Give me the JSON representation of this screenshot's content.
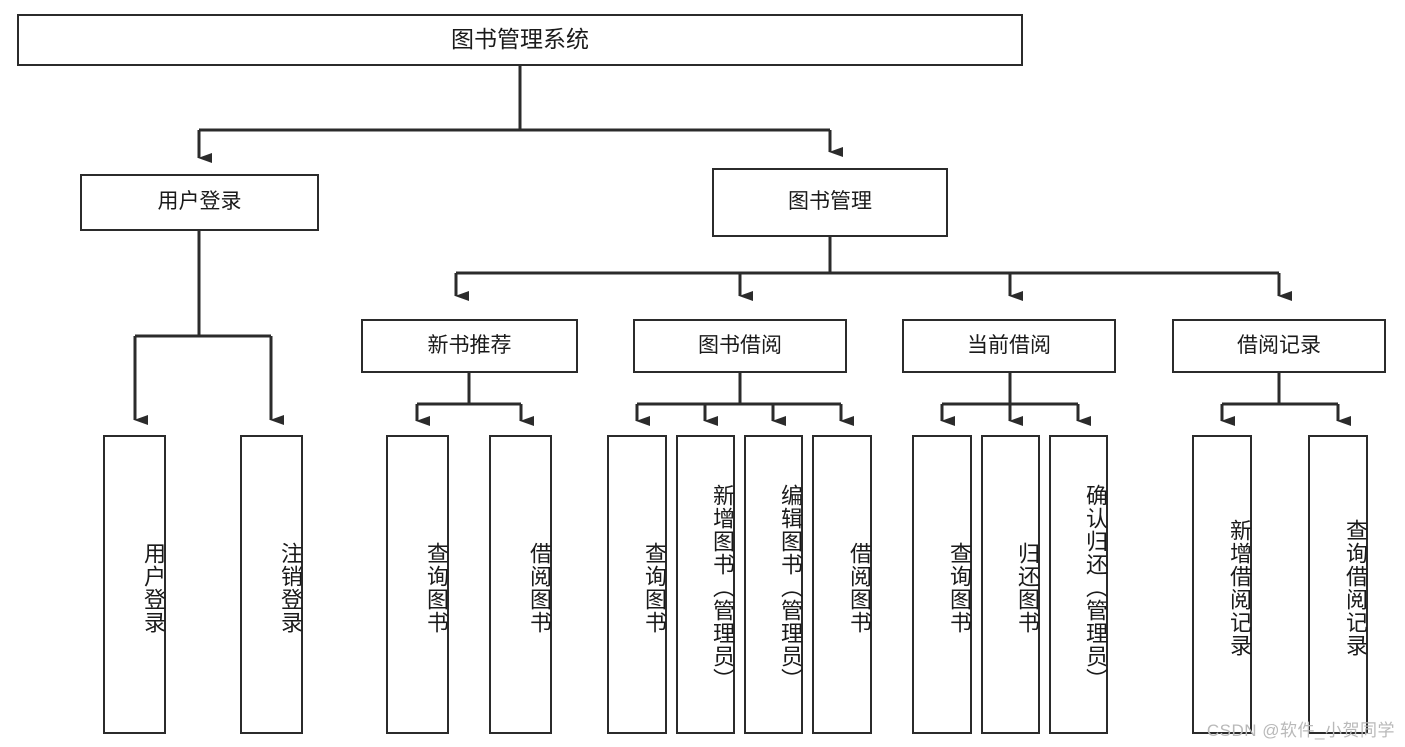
{
  "diagram": {
    "title": "图书管理系统",
    "type": "tree-hierarchy-diagram",
    "root": {
      "id": "root",
      "label": "图书管理系统"
    },
    "level2": [
      {
        "id": "user-login",
        "label": "用户登录"
      },
      {
        "id": "book-manage",
        "label": "图书管理"
      }
    ],
    "level3": [
      {
        "id": "new-book-recommend",
        "label": "新书推荐",
        "parent": "book-manage"
      },
      {
        "id": "book-borrow",
        "label": "图书借阅",
        "parent": "book-manage"
      },
      {
        "id": "current-borrow",
        "label": "当前借阅",
        "parent": "book-manage"
      },
      {
        "id": "borrow-record",
        "label": "借阅记录",
        "parent": "book-manage"
      }
    ],
    "leaves": [
      {
        "id": "leaf-user-login",
        "label": "用户登录",
        "parent": "user-login"
      },
      {
        "id": "leaf-user-logout",
        "label": "注销登录",
        "parent": "user-login"
      },
      {
        "id": "leaf-query-book-1",
        "label": "查询图书",
        "parent": "new-book-recommend"
      },
      {
        "id": "leaf-borrow-book-1",
        "label": "借阅图书",
        "parent": "new-book-recommend"
      },
      {
        "id": "leaf-query-book-2",
        "label": "查询图书",
        "parent": "book-borrow"
      },
      {
        "id": "leaf-add-book",
        "label": "新增图书（管理员）",
        "parent": "book-borrow"
      },
      {
        "id": "leaf-edit-book",
        "label": "编辑图书（管理员）",
        "parent": "book-borrow"
      },
      {
        "id": "leaf-borrow-book-2",
        "label": "借阅图书",
        "parent": "book-borrow"
      },
      {
        "id": "leaf-query-book-3",
        "label": "查询图书",
        "parent": "current-borrow"
      },
      {
        "id": "leaf-return-book",
        "label": "归还图书",
        "parent": "current-borrow"
      },
      {
        "id": "leaf-confirm-return",
        "label": "确认归还（管理员）",
        "parent": "current-borrow"
      },
      {
        "id": "leaf-add-record",
        "label": "新增借阅记录",
        "parent": "borrow-record"
      },
      {
        "id": "leaf-query-record",
        "label": "查询借阅记录",
        "parent": "borrow-record"
      }
    ],
    "colors": {
      "stroke": "#2b2b2b",
      "fill": "#ffffff",
      "text": "#1a1a1a",
      "watermark": "#b9b9b9"
    }
  },
  "watermark": {
    "text": "CSDN @软件_小贺同学"
  }
}
